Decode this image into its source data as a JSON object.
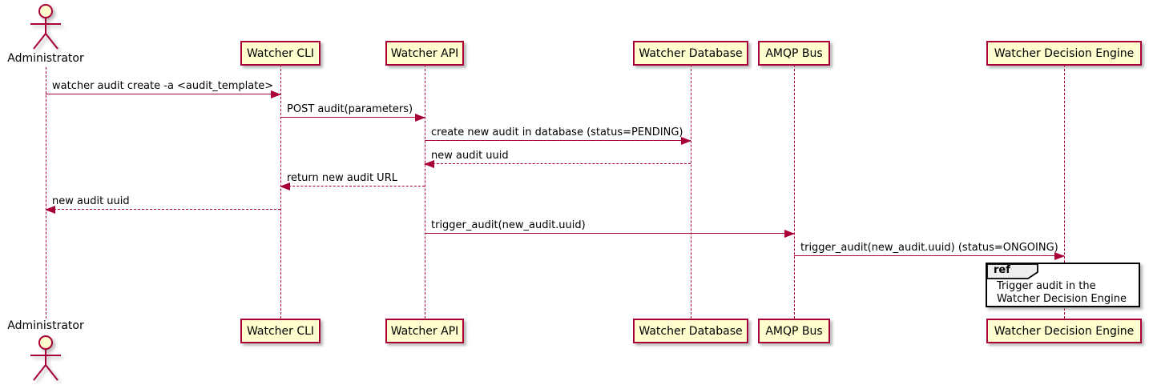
{
  "diagram": {
    "type": "uml-sequence-diagram",
    "colors": {
      "participant_fill": "#FEFECE",
      "participant_border": "#A80036",
      "line_color": "#A80036",
      "text_color": "#000000",
      "ref_header_fill": "#EEEEEE",
      "ref_border": "#000000",
      "background": "#FFFFFF"
    },
    "participants": [
      {
        "id": "administrator",
        "kind": "actor",
        "label": "Administrator"
      },
      {
        "id": "watcher-cli",
        "kind": "participant",
        "label": "Watcher CLI"
      },
      {
        "id": "watcher-api",
        "kind": "participant",
        "label": "Watcher API"
      },
      {
        "id": "watcher-database",
        "kind": "participant",
        "label": "Watcher Database"
      },
      {
        "id": "amqp-bus",
        "kind": "participant",
        "label": "AMQP Bus"
      },
      {
        "id": "watcher-decision-engine",
        "kind": "participant",
        "label": "Watcher Decision Engine"
      }
    ],
    "messages": [
      {
        "from": "administrator",
        "to": "watcher-cli",
        "style": "solid",
        "label": "watcher audit create -a <audit_template>"
      },
      {
        "from": "watcher-cli",
        "to": "watcher-api",
        "style": "solid",
        "label": "POST audit(parameters)"
      },
      {
        "from": "watcher-api",
        "to": "watcher-database",
        "style": "solid",
        "label": "create new audit in database (status=PENDING)"
      },
      {
        "from": "watcher-database",
        "to": "watcher-api",
        "style": "dashed",
        "label": "new audit uuid"
      },
      {
        "from": "watcher-api",
        "to": "watcher-cli",
        "style": "dashed",
        "label": "return new audit URL"
      },
      {
        "from": "watcher-cli",
        "to": "administrator",
        "style": "dashed",
        "label": "new audit uuid"
      },
      {
        "from": "watcher-api",
        "to": "amqp-bus",
        "style": "solid",
        "label": "trigger_audit(new_audit.uuid)"
      },
      {
        "from": "amqp-bus",
        "to": "watcher-decision-engine",
        "style": "solid",
        "label": "trigger_audit(new_audit.uuid) (status=ONGOING)"
      }
    ],
    "ref": {
      "keyword": "ref",
      "lines": [
        "Trigger audit in the",
        "Watcher Decision Engine"
      ]
    }
  }
}
